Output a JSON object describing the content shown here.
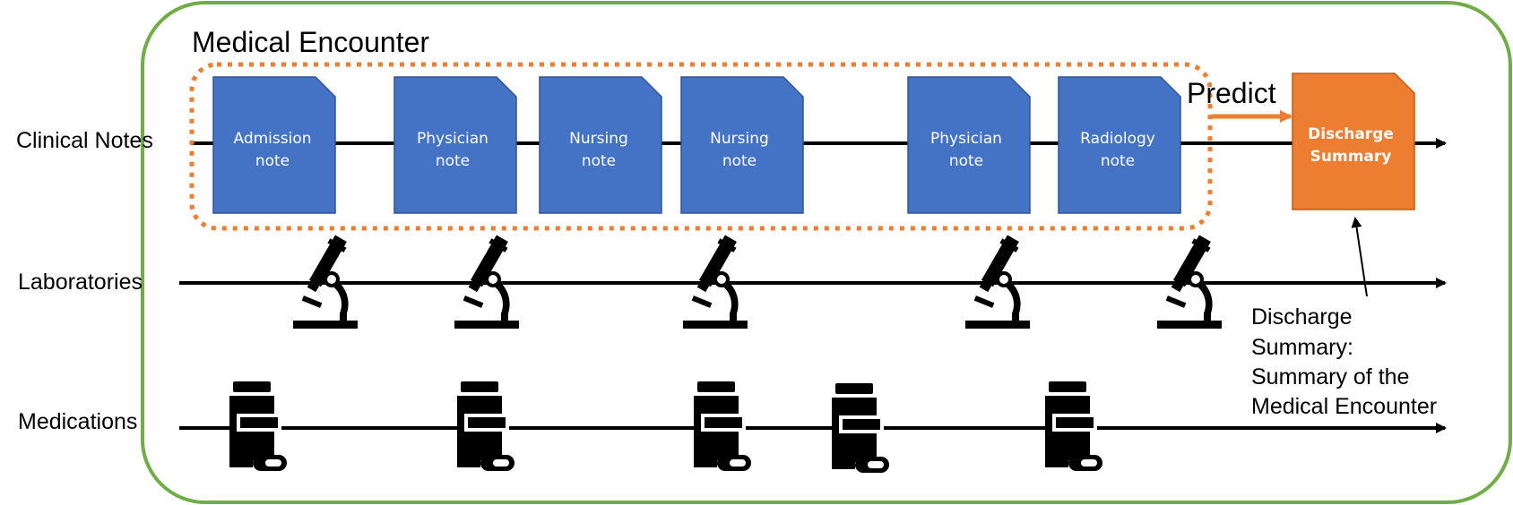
{
  "title": "Medical Encounter",
  "rows": {
    "clinical_notes": "Clinical Notes",
    "laboratories": "Laboratories",
    "medications": "Medications"
  },
  "notes": [
    {
      "line1": "Admission",
      "line2": "note"
    },
    {
      "line1": "Physician",
      "line2": "note"
    },
    {
      "line1": "Nursing",
      "line2": "note"
    },
    {
      "line1": "Nursing",
      "line2": "note"
    },
    {
      "line1": "Physician",
      "line2": "note"
    },
    {
      "line1": "Radiology",
      "line2": "note"
    }
  ],
  "predict_label": "Predict",
  "target_note": {
    "line1": "Discharge",
    "line2": "Summary"
  },
  "annotation": {
    "line1": "Discharge",
    "line2": "Summary:",
    "line3": "Summary of the",
    "line4": "Medical Encounter"
  },
  "icons": {
    "lab": "microscope-icon",
    "med": "medication-bottle-icon"
  },
  "colors": {
    "frame": "#70ad47",
    "note": "#4472c4",
    "target": "#ed7d31",
    "window": "#ed7d31",
    "line": "#000000"
  }
}
